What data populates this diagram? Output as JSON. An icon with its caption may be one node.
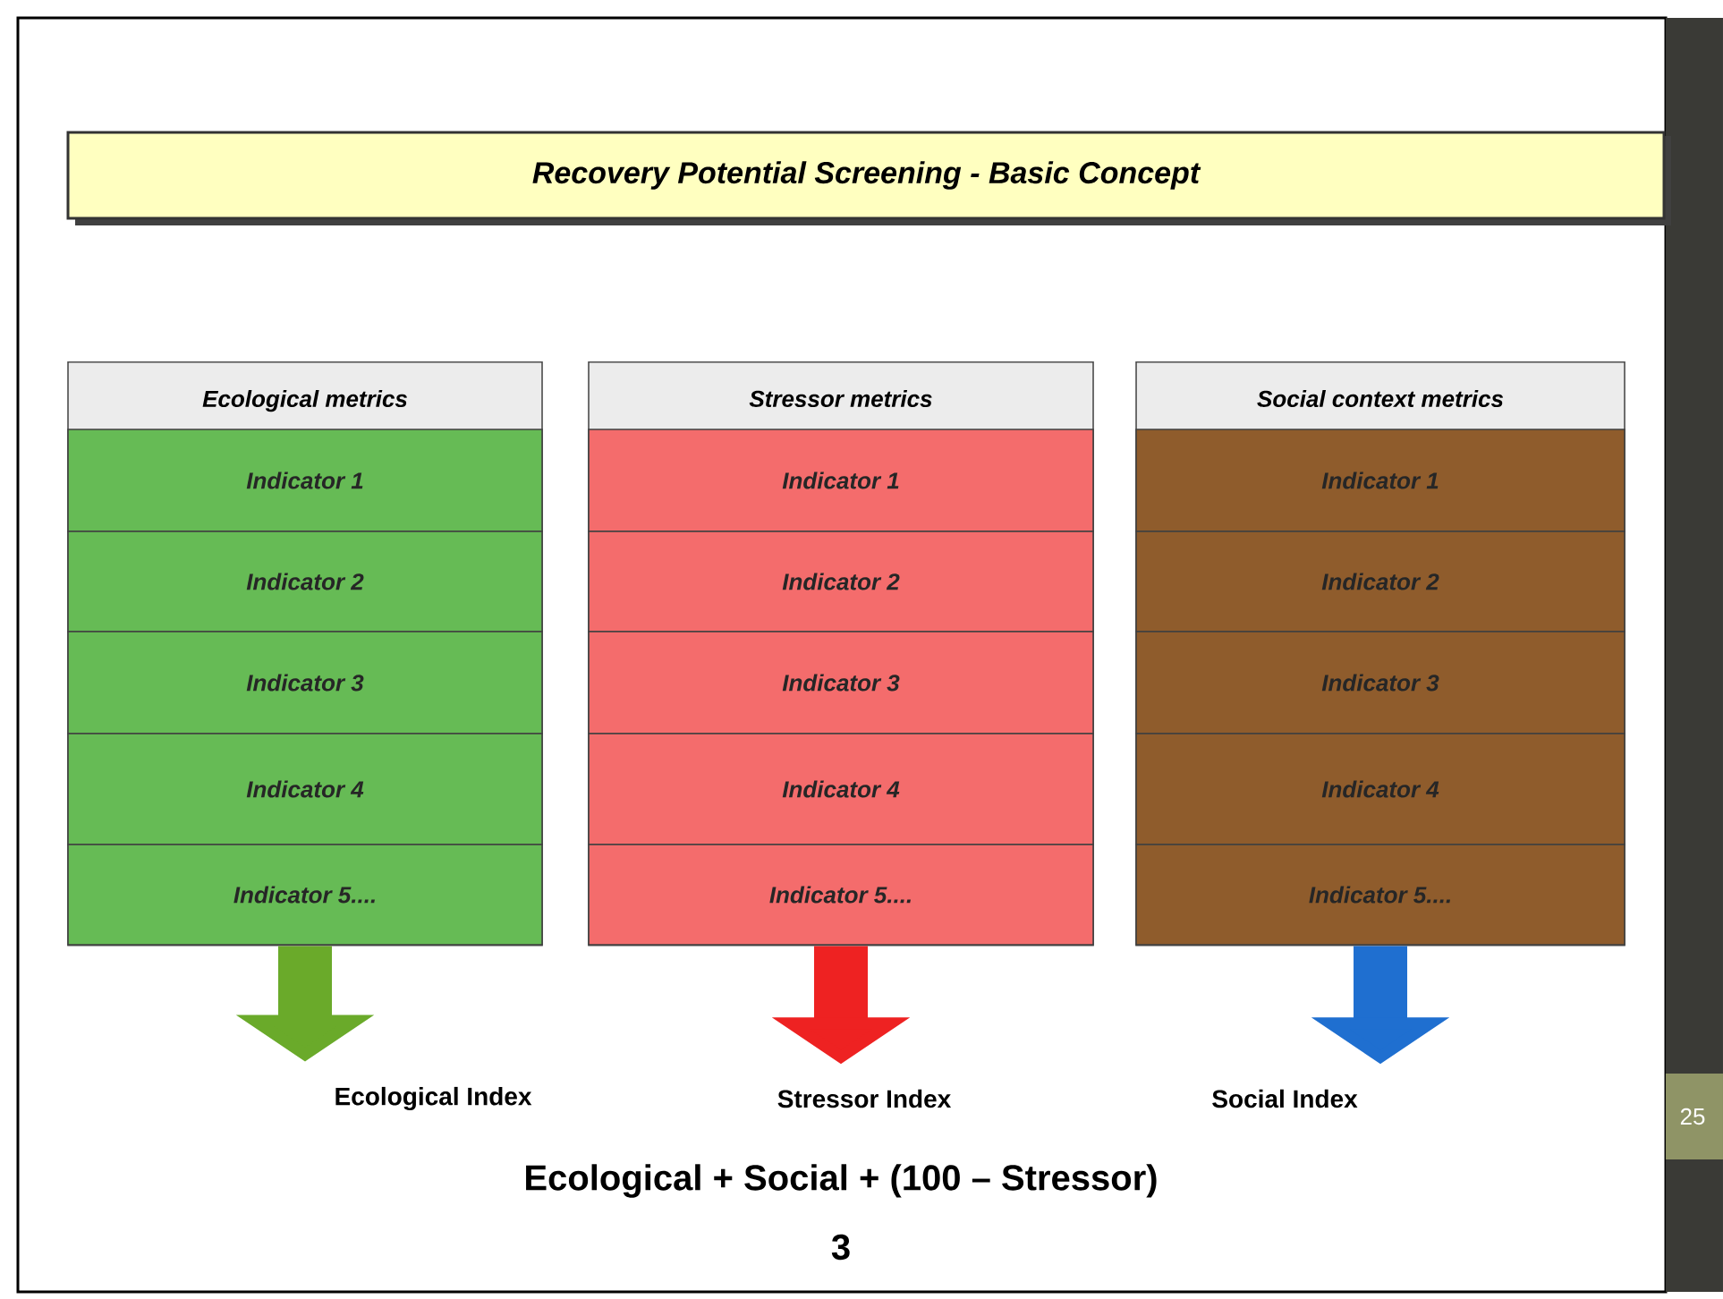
{
  "diagram": {
    "title": "Recovery Potential Screening - Basic Concept",
    "nodes": [
      {
        "text": [
          "Ecological metrics"
        ]
      },
      {
        "text": [
          "Indicator 1"
        ],
        "in": 0
      },
      {
        "text": [
          "Indicator 2"
        ],
        "in": 0
      },
      {
        "text": [
          "Indicator 3"
        ],
        "in": 0
      },
      {
        "text": [
          "Indicator 4"
        ],
        "in": 0
      },
      {
        "text": [
          "Indicator 5...."
        ],
        "in": 0
      },
      {
        "text": [
          "Stressor metrics"
        ]
      },
      {
        "text": [
          "Indicator 1"
        ],
        "in": 6
      },
      {
        "text": [
          "Indicator 2"
        ],
        "in": 6
      },
      {
        "text": [
          "Indicator 3"
        ],
        "in": 6
      },
      {
        "text": [
          "Indicator 4"
        ],
        "in": 6
      },
      {
        "text": [
          "Indicator 5...."
        ],
        "in": 6
      },
      {
        "text": [
          "Social context metrics"
        ]
      },
      {
        "text": [
          "Indicator 1"
        ],
        "in": 12
      },
      {
        "text": [
          "Indicator 2"
        ],
        "in": 12
      },
      {
        "text": [
          "Indicator 3"
        ],
        "in": 12
      },
      {
        "text": [
          "Indicator 4"
        ],
        "in": 12
      },
      {
        "text": [
          "Indicator 5...."
        ],
        "in": 12
      },
      {
        "text": [
          "Ecological Index"
        ]
      },
      {
        "text": [
          "Stressor Index"
        ]
      },
      {
        "text": [
          "Social Index"
        ]
      }
    ],
    "edges": [
      {
        "from": 0,
        "to": 18,
        "arrow": "to",
        "color": "#6aaa2a"
      },
      {
        "from": 6,
        "to": 19,
        "arrow": "to",
        "color": "#ee2222"
      },
      {
        "from": 12,
        "to": 20,
        "arrow": "to",
        "color": "#1f6fd0"
      }
    ],
    "labels": [
      "Ecological + Social + (100 – Stressor)",
      "3",
      "25"
    ]
  }
}
